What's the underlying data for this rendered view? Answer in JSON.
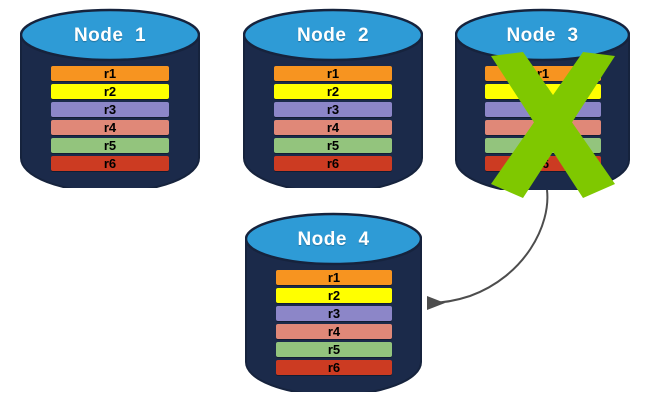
{
  "diagram": {
    "title_prefix": "Node",
    "colors": {
      "cylinder_body": "#1B2A4A",
      "cylinder_top": "#2E9BD6",
      "cylinder_outline": "#16233D",
      "x_mark": "#7FC800",
      "arrow": "#4D4D4D",
      "background": "#FFFFFF",
      "row_text": "#000000",
      "title_text": "#FFFFFF"
    },
    "rows_legend": [
      {
        "id": "r1",
        "label": "r1",
        "color": "#F79420"
      },
      {
        "id": "r2",
        "label": "r2",
        "color": "#FFFF00"
      },
      {
        "id": "r3",
        "label": "r3",
        "color": "#8C86C8"
      },
      {
        "id": "r4",
        "label": "r4",
        "color": "#E08878"
      },
      {
        "id": "r5",
        "label": "r5",
        "color": "#93C47D"
      },
      {
        "id": "r6",
        "label": "r6",
        "color": "#CC3B22"
      }
    ],
    "nodes": [
      {
        "name": "node-1",
        "title": "Node  1",
        "failed": false,
        "rows": [
          "r1",
          "r2",
          "r3",
          "r4",
          "r5",
          "r6"
        ]
      },
      {
        "name": "node-2",
        "title": "Node  2",
        "failed": false,
        "rows": [
          "r1",
          "r2",
          "r3",
          "r4",
          "r5",
          "r6"
        ]
      },
      {
        "name": "node-3",
        "title": "Node  3",
        "failed": true,
        "rows": [
          "r1",
          "r2",
          "r3",
          "r4",
          "r5",
          "r6"
        ]
      },
      {
        "name": "node-4",
        "title": "Node  4",
        "failed": false,
        "rows": [
          "r1",
          "r2",
          "r3",
          "r4",
          "r5",
          "r6"
        ]
      }
    ],
    "arrow": {
      "name": "failover-arrow",
      "from_node": "node-3",
      "to_node": "node-4",
      "label": ""
    }
  }
}
